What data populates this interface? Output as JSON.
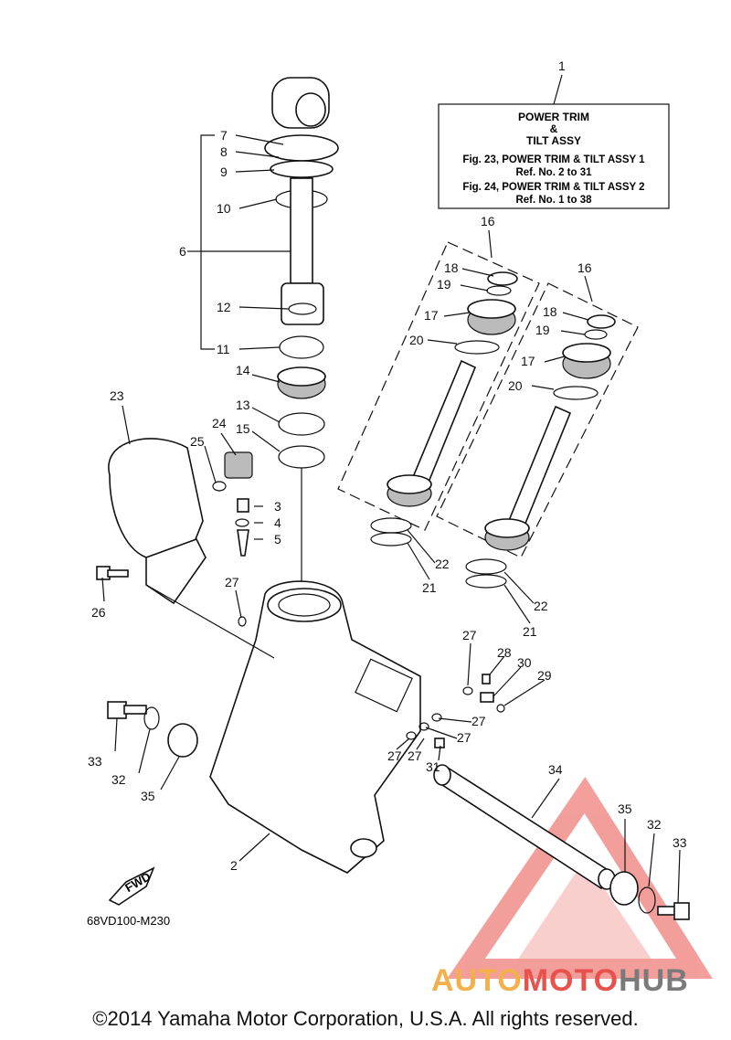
{
  "callouts": [
    "1",
    "2",
    "3",
    "4",
    "5",
    "6",
    "7",
    "8",
    "9",
    "10",
    "11",
    "12",
    "13",
    "14",
    "15",
    "16",
    "16",
    "17",
    "17",
    "18",
    "18",
    "19",
    "19",
    "20",
    "20",
    "21",
    "21",
    "22",
    "22",
    "23",
    "24",
    "25",
    "26",
    "27",
    "27",
    "27",
    "27",
    "27",
    "28",
    "29",
    "30",
    "31",
    "32",
    "32",
    "33",
    "33",
    "34",
    "35",
    "35"
  ],
  "note_box": {
    "line1": "POWER TRIM",
    "line2": "&",
    "line3": "TILT ASSY",
    "line4": "Fig. 23, POWER TRIM & TILT ASSY 1",
    "line5": "Ref. No. 2 to 31",
    "line6": "Fig. 24, POWER TRIM & TILT ASSY 2",
    "line7": "Ref. No. 1 to 38"
  },
  "fwd_label": "FWD",
  "diagram_code": "68VD100-M230",
  "copyright": "©2014 Yamaha Motor Corporation, U.S.A. All rights reserved.",
  "watermark": {
    "part1": "AUTO",
    "part2": "MOTO",
    "part3": "HUB"
  },
  "colors": {
    "watermark_red": "#e9524c",
    "watermark_orange": "#f4b04a",
    "watermark_gray": "#7a7a7a"
  }
}
